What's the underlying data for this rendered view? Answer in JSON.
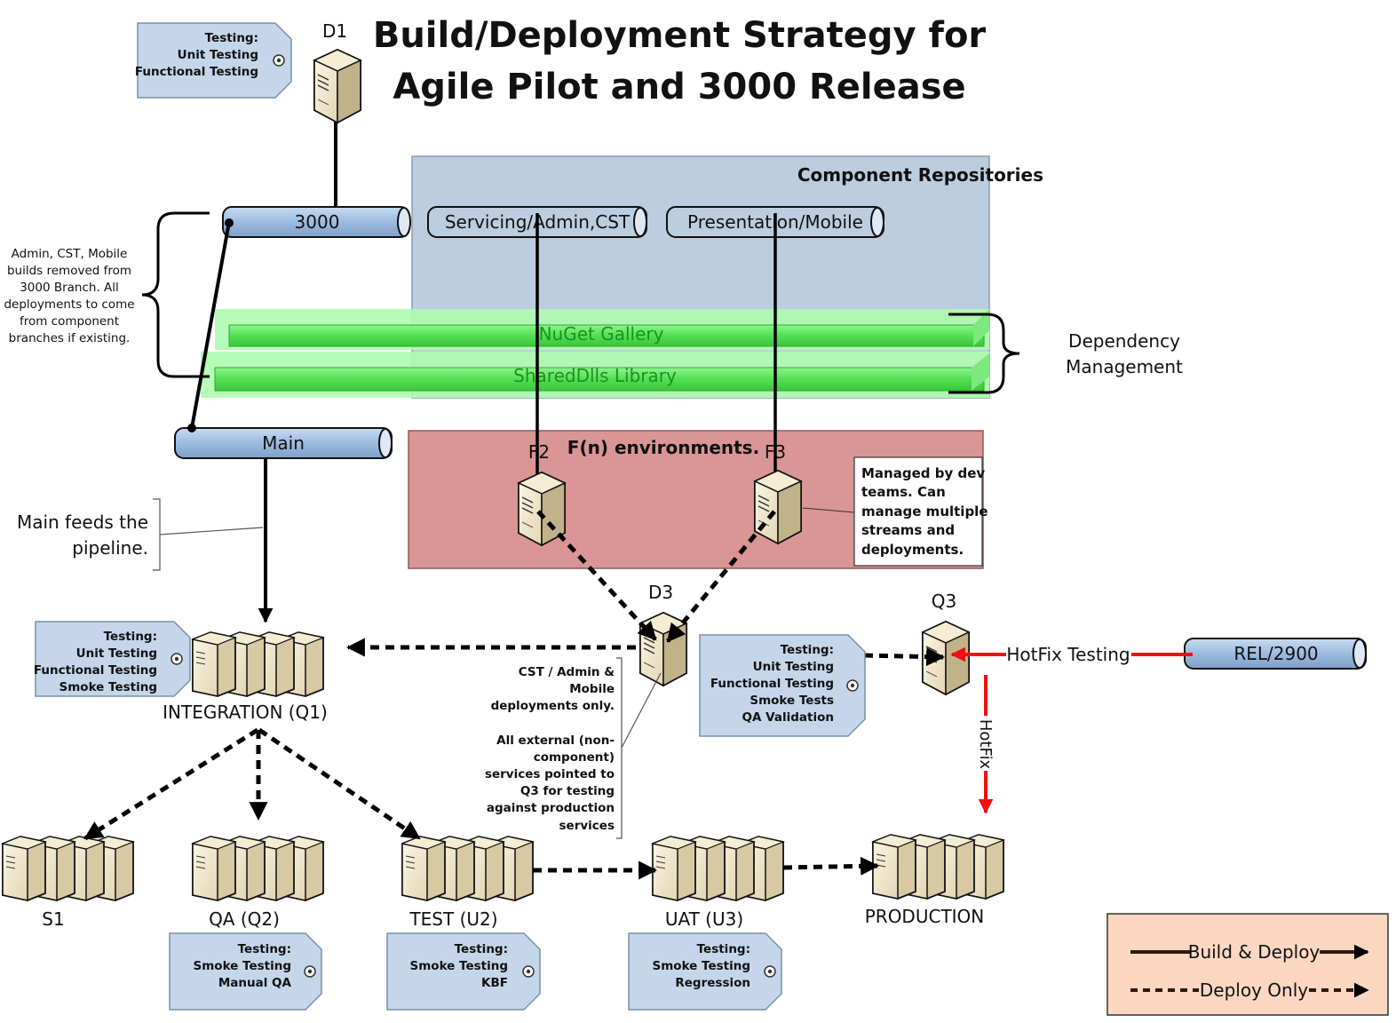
{
  "title": {
    "line1": "Build/Deployment Strategy for",
    "line2": "Agile Pilot and 3000 Release"
  },
  "branches": {
    "b3000": "3000",
    "main": "Main",
    "servicing": "Servicing/Admin,CST",
    "presentation": "Presentation/Mobile",
    "rel2900": "REL/2900"
  },
  "regions": {
    "component_repos": "Component Repositories",
    "nuget": "NuGet Gallery",
    "shareddlls": "SharedDlls Library",
    "fn_envs": "F(n) environments.",
    "dependency_line1": "Dependency",
    "dependency_line2": "Management"
  },
  "servers": {
    "d1": "D1",
    "f2": "F2",
    "f3": "F3",
    "d3": "D3",
    "q3": "Q3",
    "integration": "INTEGRATION (Q1)",
    "s1": "S1",
    "qa": "QA (Q2)",
    "test": "TEST (U2)",
    "uat": "UAT (U3)",
    "production": "PRODUCTION"
  },
  "tags": {
    "d1": [
      "Testing:",
      "Unit Testing",
      "Functional Testing"
    ],
    "integration": [
      "Testing:",
      "Unit Testing",
      "Functional Testing",
      "Smoke Testing"
    ],
    "d3": [
      "Testing:",
      "Unit Testing",
      "Functional Testing",
      "Smoke Tests",
      "QA Validation"
    ],
    "qa": [
      "Testing:",
      "Smoke Testing",
      "Manual QA"
    ],
    "test": [
      "Testing:",
      "Smoke Testing",
      "KBF"
    ],
    "uat": [
      "Testing:",
      "Smoke Testing",
      "Regression"
    ]
  },
  "notes": {
    "admin_note": [
      "Admin, CST, Mobile",
      "builds removed from",
      "3000 Branch.  All",
      "deployments to come",
      "from component",
      "branches if existing."
    ],
    "main_feeds": [
      "Main feeds the",
      "pipeline."
    ],
    "managed": [
      "Managed by dev",
      "teams.  Can",
      "manage multiple",
      "streams and",
      "deployments."
    ],
    "cst_note": [
      "CST / Admin &",
      "Mobile",
      "deployments only.",
      "",
      "All external (non-",
      "component)",
      "services pointed to",
      "Q3 for testing",
      "against production",
      "services"
    ]
  },
  "hotfix": {
    "testing_label": "HotFix Testing",
    "vertical_label": "HotFix"
  },
  "legend": {
    "build_deploy": "Build & Deploy",
    "deploy_only": "Deploy Only"
  },
  "colors": {
    "repo_fill": "#bccddf",
    "fn_fill": "#d99695",
    "nuget_green": "#4ed84e",
    "branch_fill": "#9dbbe0",
    "tag_fill": "#c5d6ea",
    "legend_fill": "#fbd7c1",
    "hotfix_red": "#ee1111"
  }
}
